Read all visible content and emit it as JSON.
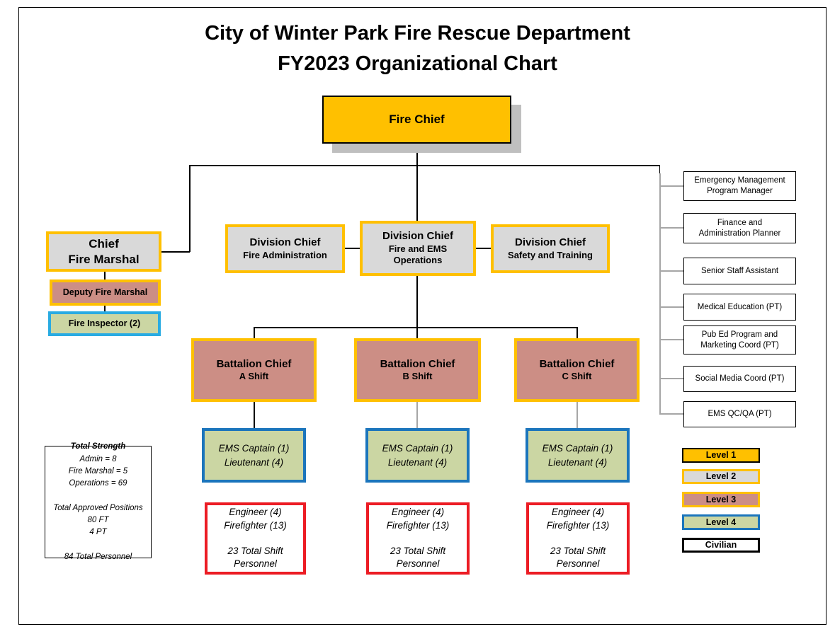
{
  "title": {
    "line1": "City of Winter Park Fire Rescue Department",
    "line2": "FY2023 Organizational Chart"
  },
  "fire_chief": {
    "label": "Fire Chief"
  },
  "fire_marshal_branch": {
    "chief": "Chief\nFire Marshal",
    "deputy": "Deputy Fire Marshal",
    "inspector": "Fire Inspector (2)"
  },
  "division_chiefs": [
    {
      "title": "Division Chief",
      "subtitle": "Fire Administration"
    },
    {
      "title": "Division Chief",
      "subtitle": "Fire and EMS\nOperations"
    },
    {
      "title": "Division Chief",
      "subtitle": "Safety and Training"
    }
  ],
  "civilians": [
    "Emergency Management\nProgram Manager",
    "Finance and\nAdministration Planner",
    "Senior Staff Assistant",
    "Medical Education (PT)",
    "Pub Ed Program and\nMarketing Coord (PT)",
    "Social Media Coord (PT)",
    "EMS QC/QA (PT)"
  ],
  "battalions": [
    {
      "title": "Battalion Chief",
      "shift": "A Shift",
      "officers": "EMS Captain (1)\nLieutenant (4)",
      "crew": "Engineer (4)\nFirefighter (13)\n\n23 Total Shift\nPersonnel"
    },
    {
      "title": "Battalion Chief",
      "shift": "B Shift",
      "officers": "EMS Captain (1)\nLieutenant (4)",
      "crew": "Engineer (4)\nFirefighter (13)\n\n23 Total Shift\nPersonnel"
    },
    {
      "title": "Battalion Chief",
      "shift": "C Shift",
      "officers": "EMS Captain (1)\nLieutenant (4)",
      "crew": "Engineer (4)\nFirefighter (13)\n\n23 Total Shift\nPersonnel"
    }
  ],
  "total_strength": {
    "title": "Total Strength",
    "body": "Admin = 8\nFire Marshal = 5\nOperations = 69\n\nTotal Approved Positions\n80 FT\n4 PT\n\n84 Total Personnel"
  },
  "legend": {
    "items": [
      {
        "label": "Level 1",
        "fill": "#FFC000",
        "border": "#000000"
      },
      {
        "label": "Level 2",
        "fill": "#D9D9D9",
        "border": "#FFC000"
      },
      {
        "label": "Level 3",
        "fill": "#CC8E85",
        "border": "#FFC000"
      },
      {
        "label": "Level 4",
        "fill": "#CBD6A3",
        "border": "#1B75BC"
      },
      {
        "label": "Civilian",
        "fill": "#FFFFFF",
        "border": "#000000"
      }
    ]
  },
  "colors": {
    "level1_fill": "#FFC000",
    "level2_fill": "#D9D9D9",
    "level3_fill": "#CC8E85",
    "level4_fill": "#CBD6A3",
    "gold_border": "#FFC000",
    "level4_border": "#1B75BC",
    "inspector_border": "#29ABE2",
    "crew_border": "#EC1C24",
    "shadow": "#BFBFBF",
    "connector_gray": "#A6A6A6"
  }
}
